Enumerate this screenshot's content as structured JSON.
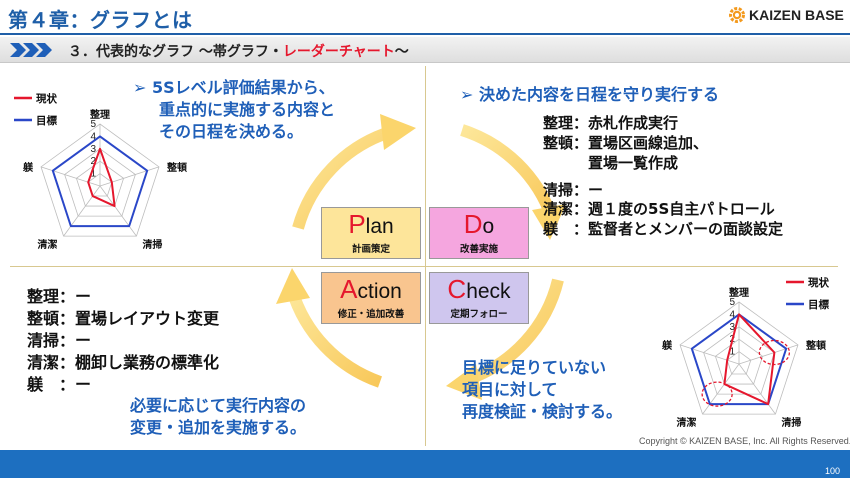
{
  "header": {
    "chapter_title": "第４章：グラフとは",
    "logo_text": "KAIZEN BASE"
  },
  "subtitle": {
    "prefix": "３．代表的なグラフ ～帯グラフ・",
    "accent": "レーダーチャート",
    "suffix": "～"
  },
  "plan_text": [
    "➢ 5Sレベル評価結果から、",
    "重点的に実施する内容と",
    "その日程を決める。"
  ],
  "do_text": {
    "bullet": "➢ 決めた内容を日程を守り実行する",
    "lines": [
      "整理：赤札作成実行",
      "整頓：置場区画線追加、",
      "　　　置場一覧作成",
      "清掃：ー",
      "清潔：週１度の5S自主パトロール",
      "躾　：監督者とメンバーの面談設定"
    ]
  },
  "action_list": [
    "整理：ー",
    "整頓：置場レイアウト変更",
    "清掃：ー",
    "清潔：棚卸し業務の標準化",
    "躾　：ー"
  ],
  "action_text": [
    "必要に応じて実行内容の",
    "変更・追加を実施する。"
  ],
  "check_text": [
    "目標に足りていない",
    "項目に対して",
    "再度検証・検討する。"
  ],
  "pdca": {
    "plan": {
      "first": "P",
      "rest": "lan",
      "label": "計画策定",
      "color": "#fde59a"
    },
    "do": {
      "first": "D",
      "rest": "o",
      "label": "改善実施",
      "color": "#f5a6df"
    },
    "action": {
      "first": "A",
      "rest": "ction",
      "label": "修正・追加改善",
      "color": "#f9c58f"
    },
    "check": {
      "first": "C",
      "rest": "heck",
      "label": "定期フォロー",
      "color": "#cfc6ee"
    }
  },
  "chart_data": [
    {
      "type": "radar",
      "categories": [
        "整理",
        "整頓",
        "清掃",
        "清潔",
        "躾"
      ],
      "rlim": [
        0,
        5
      ],
      "ticks": [
        "1",
        "2",
        "3",
        "4",
        "5"
      ],
      "series": [
        {
          "name": "現状",
          "values": [
            3,
            1,
            2,
            1,
            1
          ],
          "color": "#e5172d"
        },
        {
          "name": "目標",
          "values": [
            4,
            4,
            4,
            4,
            4
          ],
          "color": "#2a47c8"
        }
      ],
      "legend": "top-left",
      "highlights": []
    },
    {
      "type": "radar",
      "categories": [
        "整理",
        "整頓",
        "清掃",
        "清潔",
        "躾"
      ],
      "rlim": [
        0,
        5
      ],
      "ticks": [
        "1",
        "2",
        "3",
        "4",
        "5"
      ],
      "series": [
        {
          "name": "現状",
          "values": [
            4,
            3,
            4,
            2,
            1
          ],
          "color": "#e5172d"
        },
        {
          "name": "目標",
          "values": [
            4,
            4,
            4,
            4,
            4
          ],
          "color": "#2a47c8"
        }
      ],
      "legend": "top-right",
      "highlights": [
        "整頓",
        "清潔"
      ]
    }
  ],
  "copyright": "Copyright ©  KAIZEN BASE, Inc.  All Rights Reserved.",
  "page_number": "100"
}
